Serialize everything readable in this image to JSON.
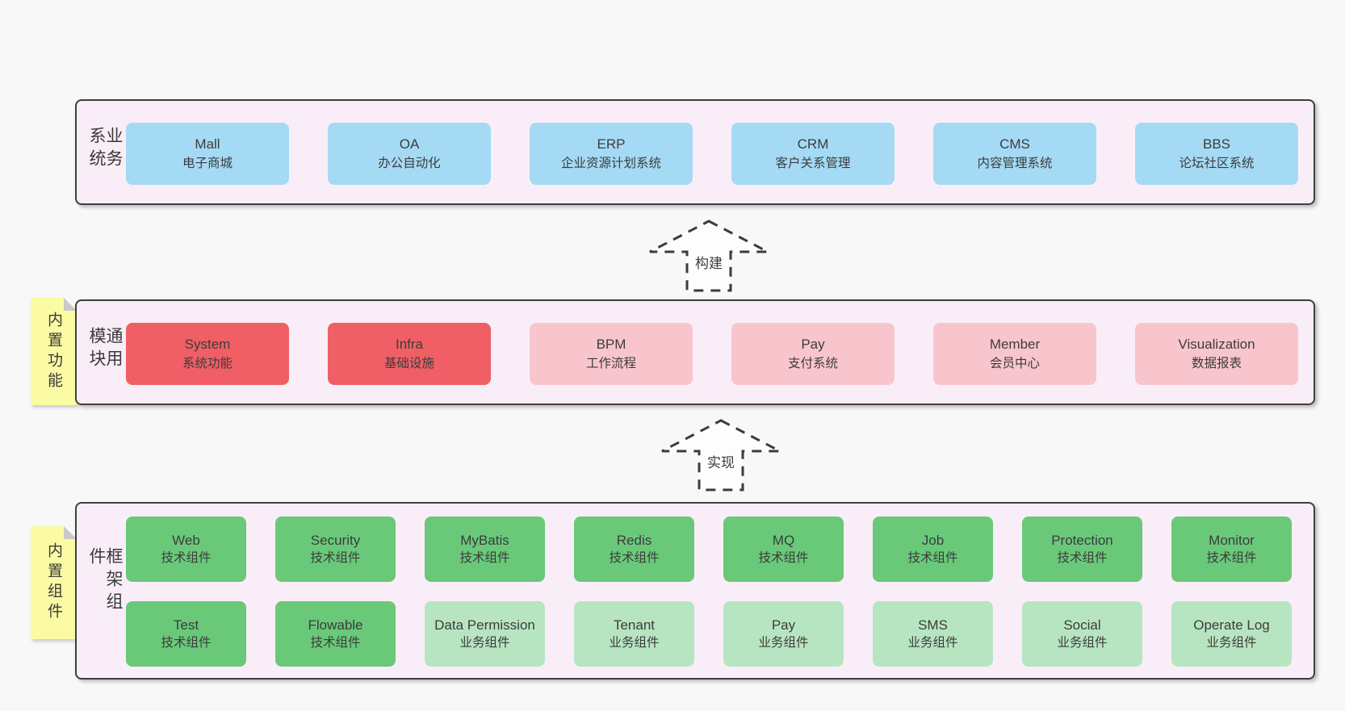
{
  "palette": {
    "background": "#f8f8f8",
    "panel_fill": "#f9eef7",
    "panel_border": "#3f3f3f",
    "note_fill": "#fbfba3",
    "note_fold": "#c9c9c9",
    "blue": "#a5daf5",
    "red": "#f05f65",
    "pink": "#f9c5cd",
    "green": "#69c979",
    "green_light": "#b8e5c1",
    "text": "#3c3c3c"
  },
  "panels": {
    "business": {
      "side_label": "业务系统",
      "boxes": [
        {
          "en": "Mall",
          "zh": "电子商城",
          "variant": "blue"
        },
        {
          "en": "OA",
          "zh": "办公自动化",
          "variant": "blue"
        },
        {
          "en": "ERP",
          "zh": "企业资源计划系统",
          "variant": "blue"
        },
        {
          "en": "CRM",
          "zh": "客户关系管理",
          "variant": "blue"
        },
        {
          "en": "CMS",
          "zh": "内容管理系统",
          "variant": "blue"
        },
        {
          "en": "BBS",
          "zh": "论坛社区系统",
          "variant": "blue"
        }
      ]
    },
    "modules": {
      "side_label": "通用模块",
      "sticky_note": "内置功能",
      "boxes": [
        {
          "en": "System",
          "zh": "系统功能",
          "variant": "red"
        },
        {
          "en": "Infra",
          "zh": "基础设施",
          "variant": "red"
        },
        {
          "en": "BPM",
          "zh": "工作流程",
          "variant": "pink"
        },
        {
          "en": "Pay",
          "zh": "支付系统",
          "variant": "pink"
        },
        {
          "en": "Member",
          "zh": "会员中心",
          "variant": "pink"
        },
        {
          "en": "Visualization",
          "zh": "数据报表",
          "variant": "pink"
        }
      ]
    },
    "components": {
      "side_label": "框架组件",
      "sticky_note": "内置组件",
      "rows": [
        [
          {
            "en": "Web",
            "zh": "技术组件",
            "variant": "green"
          },
          {
            "en": "Security",
            "zh": "技术组件",
            "variant": "green"
          },
          {
            "en": "MyBatis",
            "zh": "技术组件",
            "variant": "green"
          },
          {
            "en": "Redis",
            "zh": "技术组件",
            "variant": "green"
          },
          {
            "en": "MQ",
            "zh": "技术组件",
            "variant": "green"
          },
          {
            "en": "Job",
            "zh": "技术组件",
            "variant": "green"
          },
          {
            "en": "Protection",
            "zh": "技术组件",
            "variant": "green"
          },
          {
            "en": "Monitor",
            "zh": "技术组件",
            "variant": "green"
          }
        ],
        [
          {
            "en": "Test",
            "zh": "技术组件",
            "variant": "green"
          },
          {
            "en": "Flowable",
            "zh": "技术组件",
            "variant": "green"
          },
          {
            "en": "Data Permission",
            "zh": "业务组件",
            "variant": "green_light"
          },
          {
            "en": "Tenant",
            "zh": "业务组件",
            "variant": "green_light"
          },
          {
            "en": "Pay",
            "zh": "业务组件",
            "variant": "green_light"
          },
          {
            "en": "SMS",
            "zh": "业务组件",
            "variant": "green_light"
          },
          {
            "en": "Social",
            "zh": "业务组件",
            "variant": "green_light"
          },
          {
            "en": "Operate Log",
            "zh": "业务组件",
            "variant": "green_light"
          }
        ]
      ]
    }
  },
  "arrows": {
    "build": "构建",
    "implement": "实现"
  }
}
